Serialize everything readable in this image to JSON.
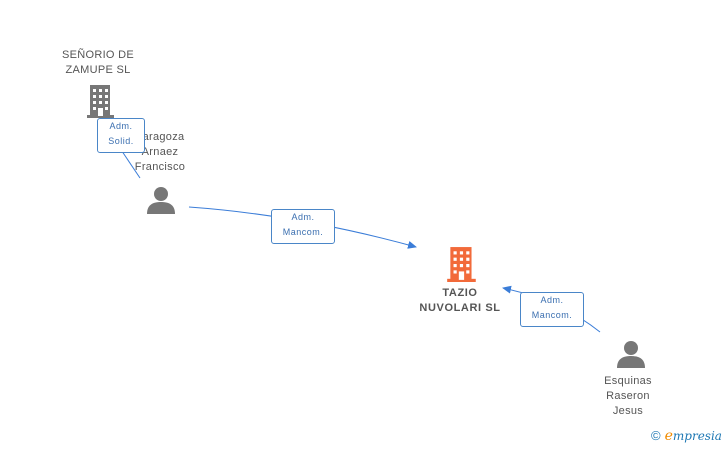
{
  "nodes": {
    "senorio": {
      "lines": [
        "SEÑORIO DE",
        "ZAMUPE SL"
      ],
      "type": "company"
    },
    "zaragoza": {
      "lines": [
        "Zaragoza",
        "Arnaez",
        "Francisco"
      ],
      "type": "person"
    },
    "tazio": {
      "lines": [
        "TAZIO",
        "NUVOLARI SL"
      ],
      "type": "company-main"
    },
    "esquinas": {
      "lines": [
        "Esquinas",
        "Raseron",
        "Jesus"
      ],
      "type": "person"
    }
  },
  "edges": {
    "solid": {
      "lines": [
        "Adm.",
        "Solid."
      ]
    },
    "mancom1": {
      "lines": [
        "Adm.",
        "Mancom."
      ]
    },
    "mancom2": {
      "lines": [
        "Adm.",
        "Mancom."
      ]
    }
  },
  "colors": {
    "company_icon": "#777777",
    "main_company_icon": "#f26a3a",
    "person_icon": "#777777",
    "edge": "#3b7dd8"
  },
  "watermark": {
    "symbol": "©",
    "e": "e",
    "brand": "mpresia"
  }
}
